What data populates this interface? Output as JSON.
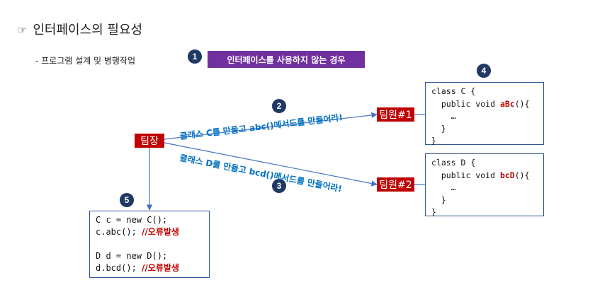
{
  "heading": {
    "bullet": "☞",
    "title": "인터페이스의 필요성"
  },
  "subheading": "- 프로그램 설계 및 병행작업",
  "label_no_interface": "인터페이스를 사용하지 않는 경우",
  "steps": [
    "1",
    "2",
    "3",
    "4",
    "5"
  ],
  "roles": {
    "leader": "팀장",
    "member1": "팀원#1",
    "member2": "팀원#2"
  },
  "instructions": {
    "to_member1": "클래스 C를 만들고 abc()메서드를 만들어라!",
    "to_member2": "클래스 D를 만들고 bcd()메서드를 만들어라!"
  },
  "class_c": {
    "line1": "class C {",
    "line2_pre": "  public void ",
    "method": "aBc",
    "line2_post": "(){",
    "line3": "    …",
    "line4": "  }",
    "line5": "}"
  },
  "class_d": {
    "line1": "class D {",
    "line2_pre": "  public void ",
    "method": "bcD",
    "line2_post": "(){",
    "line3": "    …",
    "line4": "  }",
    "line5": "}"
  },
  "usage_code": {
    "line1": "C c = new C();",
    "line2_code": "c.abc(); ",
    "line2_comment": "//오류발생",
    "line3": "",
    "line4": "D d = new D();",
    "line5_code": "d.bcd(); ",
    "line5_comment": "//오류발생"
  },
  "colors": {
    "purple": "#7030a0",
    "navy": "#203864",
    "red": "#c00000",
    "blue_text": "#0070c0",
    "line_blue": "#4472c4"
  }
}
